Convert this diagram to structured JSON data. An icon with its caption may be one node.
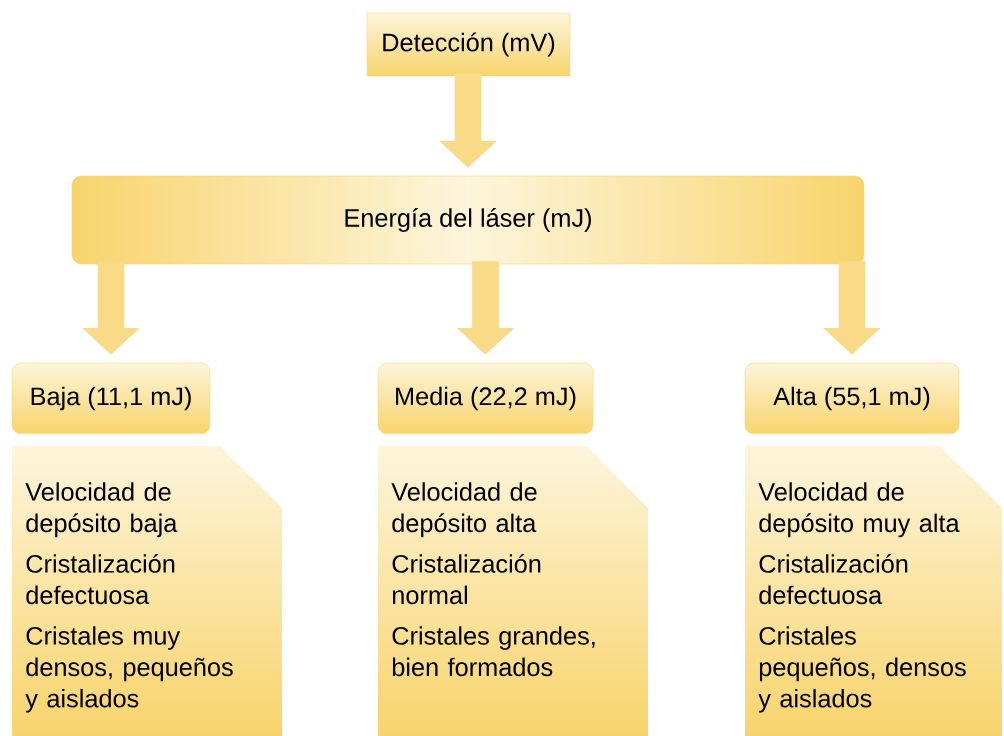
{
  "diagram": {
    "nodes": [
      {
        "text": [
          "Detección (mV)"
        ]
      },
      {
        "text": [
          "Energía del láser (mJ)"
        ]
      },
      {
        "text": [
          "Baja (11,1 mJ)"
        ]
      },
      {
        "text": [
          "Media (22,2 mJ)"
        ]
      },
      {
        "text": [
          "Alta (55,1 mJ)"
        ]
      },
      {
        "text": [
          "Velocidad de depósito baja",
          "Cristalización defectuosa",
          "Cristales muy densos, pequeños y aislados"
        ]
      },
      {
        "text": [
          "Velocidad de depósito alta",
          "Cristalización normal",
          "Cristales grandes, bien formados"
        ]
      },
      {
        "text": [
          "Velocidad de depósito muy alta",
          "Cristalización defectuosa",
          "Cristales pequeños, densos y aislados"
        ]
      }
    ],
    "edges": [
      {
        "from": 0,
        "to": 1,
        "arrow": "to"
      },
      {
        "from": 1,
        "to": 2,
        "arrow": "to"
      },
      {
        "from": 1,
        "to": 3,
        "arrow": "to"
      },
      {
        "from": 1,
        "to": 4,
        "arrow": "to"
      }
    ]
  }
}
